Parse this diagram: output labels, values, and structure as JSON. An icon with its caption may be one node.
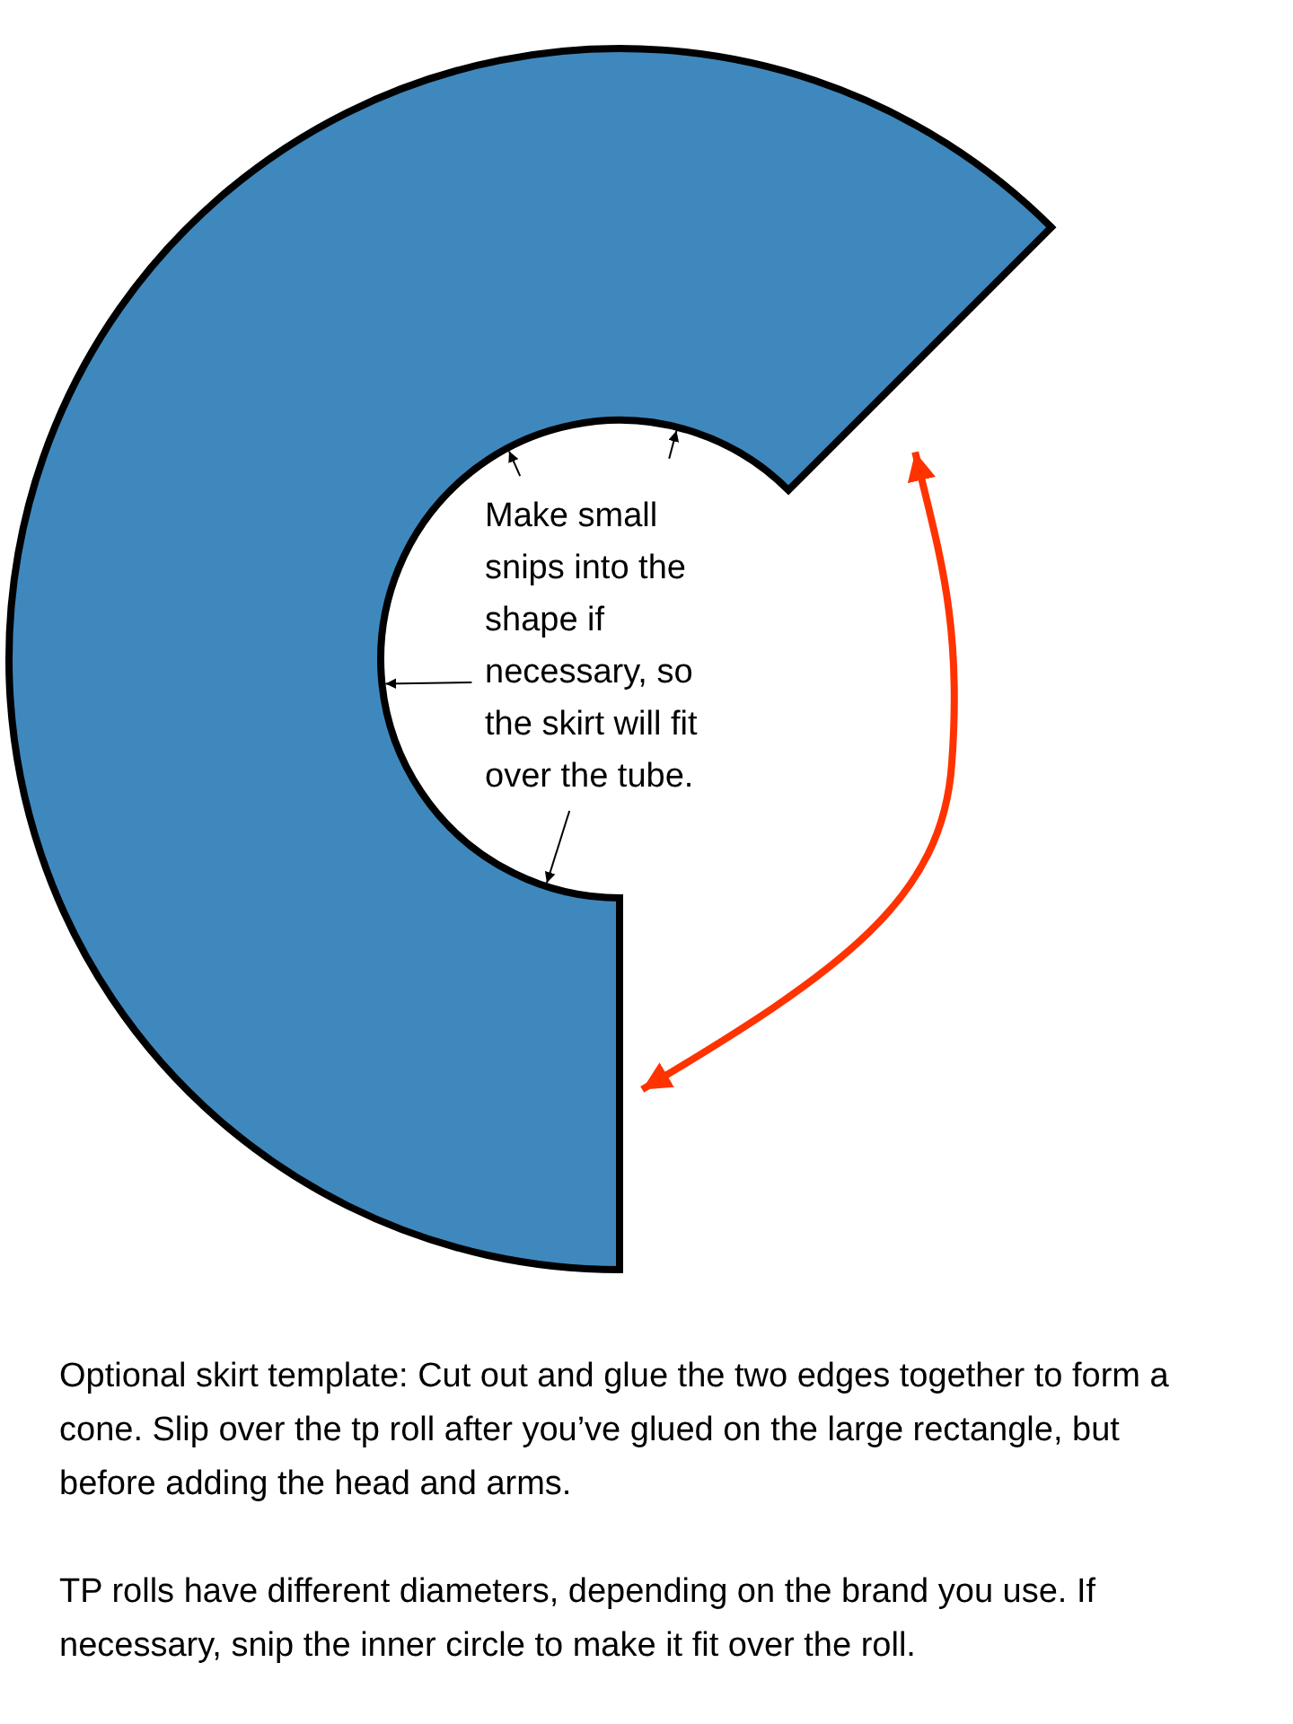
{
  "diagram": {
    "nodes": [
      {
        "text": [],
        "shape": "ring"
      },
      {
        "text": [
          "Make small snips into the shape if necessary, so the skirt will fit over the tube."
        ]
      }
    ],
    "edges": [
      {
        "from": 1,
        "to": 0,
        "arrow": "to"
      },
      {
        "from": 1,
        "to": 0,
        "arrow": "to"
      },
      {
        "from": 1,
        "to": 0,
        "arrow": "to"
      },
      {
        "from": 1,
        "to": 0,
        "arrow": "to"
      },
      {
        "from": 0,
        "to": 0,
        "arrow": "both",
        "style": "thick",
        "color": "#ff3300"
      }
    ],
    "labels": [
      "Optional skirt template:  Cut out and glue the two edges together to form a cone.  Slip over the tp roll after you’ve glued on the large rectangle, but before adding the head and arms.",
      "TP rolls have different diameters, depending on the brand you use.  If necessary, snip the inner circle to make it fit over the roll."
    ]
  }
}
